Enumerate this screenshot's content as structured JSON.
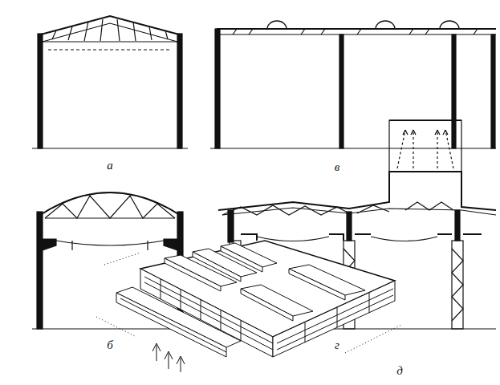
{
  "diagram": {
    "labels": [
      "а",
      "в",
      "б",
      "г",
      "д"
    ]
  }
}
